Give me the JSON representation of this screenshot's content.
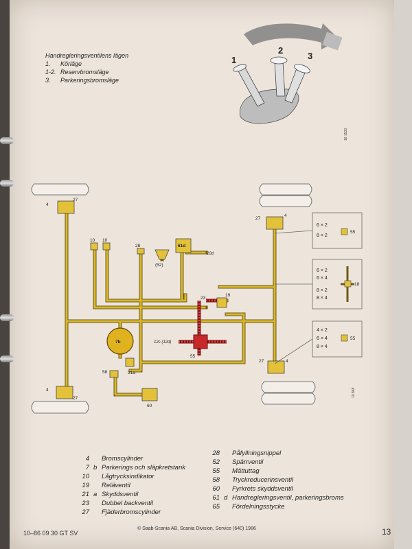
{
  "positions": {
    "title": "Handregleringsventilens lägen",
    "items": [
      {
        "num": "1.",
        "label": "Körläge"
      },
      {
        "num": "1-2.",
        "label": "Reservbromsläge"
      },
      {
        "num": "3.",
        "label": "Parkeringsbromsläge"
      }
    ]
  },
  "lever_numbers": [
    "1",
    "2",
    "3"
  ],
  "figure_codes": {
    "top": "16 1533",
    "bottom": "10 848"
  },
  "refs": {
    "r4a": "4",
    "r27a": "27",
    "r4b": "4",
    "r27b": "27",
    "r27c": "27",
    "r4c": "4",
    "r27d": "27",
    "r4d": "4",
    "r10a": "10",
    "r10b": "10",
    "r28": "28",
    "r52": "(52)",
    "r61d": "61d",
    "r20d": "20d",
    "r23": "23",
    "r19": "19",
    "r7b": "7b",
    "r12c": "12c (12d)",
    "r55": "55",
    "r58": "58",
    "r21a": "21a",
    "r60": "60",
    "r55b": "55",
    "r18": "18",
    "r55c": "55"
  },
  "tables": {
    "t1": [
      "6 × 2",
      "8 × 2"
    ],
    "t2a": [
      "6 × 2",
      "6 × 4"
    ],
    "t2b": [
      "8 × 2",
      "8 × 4"
    ],
    "t3": [
      "4 × 2",
      "6 × 4",
      "8 × 4"
    ]
  },
  "legend": {
    "left": [
      {
        "num": "4",
        "letter": "",
        "label": "Bromscylinder"
      },
      {
        "num": "7",
        "letter": "b",
        "label": "Parkerings och släpkretstank"
      },
      {
        "num": "10",
        "letter": "",
        "label": "Lågtrycksindikator"
      },
      {
        "num": "19",
        "letter": "",
        "label": "Reläventil"
      },
      {
        "num": "21",
        "letter": "a",
        "label": "Skyddsventil"
      },
      {
        "num": "23",
        "letter": "",
        "label": "Dubbel backventil"
      },
      {
        "num": "27",
        "letter": "",
        "label": "Fjäderbromscylinder"
      }
    ],
    "right": [
      {
        "num": "28",
        "letter": "",
        "label": "Påfyllningsnippel"
      },
      {
        "num": "52",
        "letter": "",
        "label": "Spärrventil"
      },
      {
        "num": "55",
        "letter": "",
        "label": "Mättuttag"
      },
      {
        "num": "58",
        "letter": "",
        "label": "Tryckreducerinsventil"
      },
      {
        "num": "60",
        "letter": "",
        "label": "Fyrkrets skyddsventil"
      },
      {
        "num": "61",
        "letter": "d",
        "label": "Handregleringsventil, parkeringsbroms"
      },
      {
        "num": "65",
        "letter": "",
        "label": "Fördelningsstycke"
      }
    ]
  },
  "footer": {
    "code": "10–86 09 30 GT SV",
    "copyright": "© Saab-Scania AB, Scania Division, Service (640) 1986",
    "page": "13"
  },
  "colors": {
    "paper": "#ede5dc",
    "line_yellow": "#d9b72a",
    "line_outline": "#6b5a1c",
    "line_red": "#c8282a",
    "tank": "#e1b21f"
  }
}
